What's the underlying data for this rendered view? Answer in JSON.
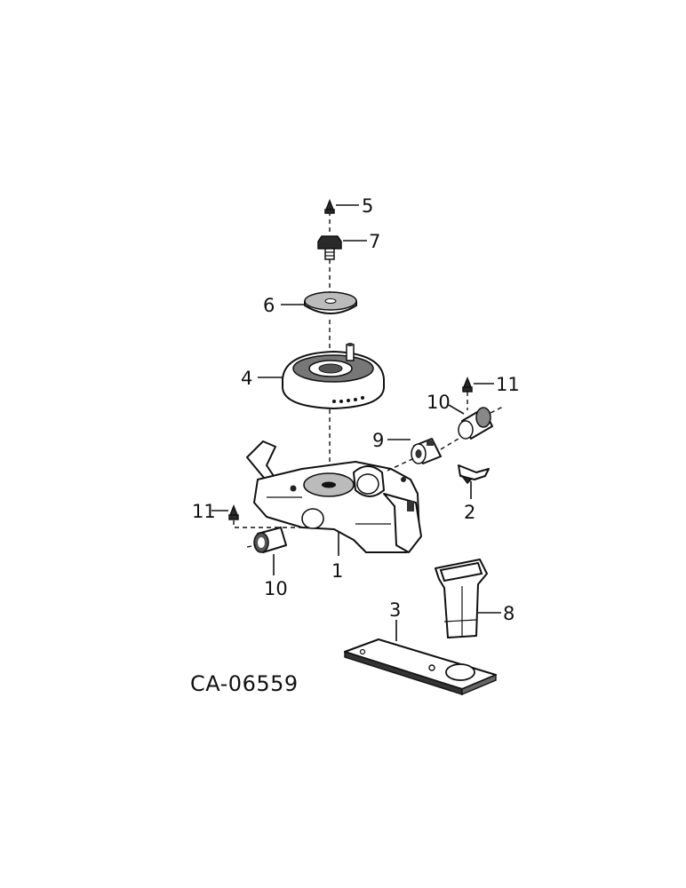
{
  "diagram": {
    "code": "CA-06559",
    "callouts": {
      "c1": "1",
      "c2": "2",
      "c3": "3",
      "c4": "4",
      "c5": "5",
      "c6": "6",
      "c7": "7",
      "c8": "8",
      "c9": "9",
      "c10a": "10",
      "c10b": "10",
      "c11a": "11",
      "c11b": "11"
    }
  }
}
